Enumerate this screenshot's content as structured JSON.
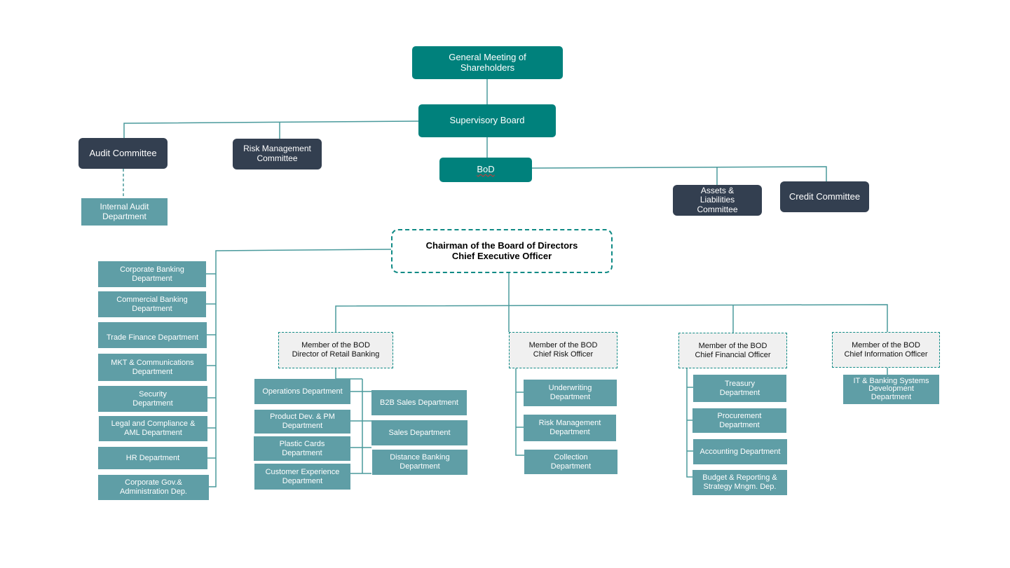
{
  "nodes": {
    "gms": "General Meeting of\nShareholders",
    "supervisory_board": "Supervisory Board",
    "audit_committee": "Audit Committee",
    "risk_committee": "Risk Management\nCommittee",
    "bod": "BoD",
    "alco": "Assets  &\nLiabilities\nCommittee",
    "credit_committee": "Credit Committee",
    "internal_audit": "Internal Audit\nDepartment",
    "ceo": "Chairman of the Board of Directors\nChief Executive Officer",
    "retail_director": "Member of the BOD\nDirector of Retail Banking",
    "cro": "Member of the BOD\nChief Risk Officer",
    "cfo": "Member of the BOD\nChief  Financial Officer",
    "cio": "Member of the BOD\nChief  Information Officer"
  },
  "ceo_departments": [
    "Corporate Banking\nDepartment",
    "Commercial Banking\nDepartment",
    "Trade Finance Department",
    "MKT & Communications\nDepartment",
    "Security\nDepartment",
    "Legal and Compliance &\nAML Department",
    "HR Department",
    "Corporate Gov.&\nAdministration Dep."
  ],
  "retail_left": [
    "Operations Department",
    "Product Dev. & PM\nDepartment",
    "Plastic Cards\nDepartment",
    "Customer Experience\nDepartment"
  ],
  "retail_right": [
    "B2B Sales Department",
    "Sales Department",
    "Distance Banking\nDepartment"
  ],
  "risk_departments": [
    "Underwriting\nDepartment",
    "Risk Management\nDepartment",
    "Collection\nDepartment"
  ],
  "finance_departments": [
    "Treasury\nDepartment",
    "Procurement\nDepartment",
    "Accounting Department",
    "Budget & Reporting &\nStrategy Mngm. Dep."
  ],
  "it_departments": [
    "IT & Banking Systems\nDevelopment\nDepartment"
  ],
  "colors": {
    "teal": "#00817c",
    "navy": "#333f50",
    "dept": "#5f9ea6",
    "line": "#4a9a9c"
  }
}
